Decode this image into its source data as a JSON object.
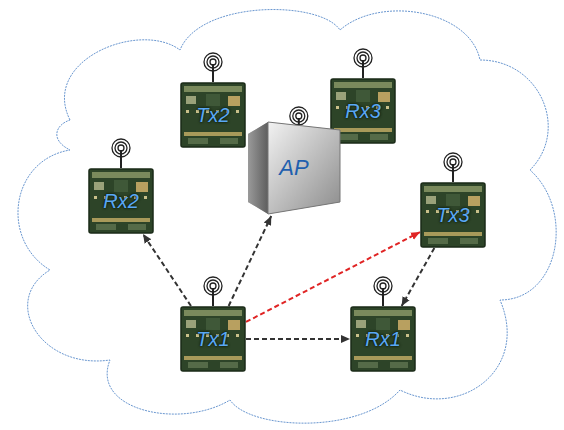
{
  "diagram": {
    "nodes": [
      {
        "text": [
          "Tx2"
        ]
      },
      {
        "text": [
          "Rx3"
        ]
      },
      {
        "text": [
          "Rx2"
        ]
      },
      {
        "text": [
          "AP"
        ]
      },
      {
        "text": [
          "Tx3"
        ]
      },
      {
        "text": [
          "Tx1"
        ]
      },
      {
        "text": [
          "Rx1"
        ]
      }
    ],
    "edges": [
      {
        "from": 5,
        "to": 2,
        "arrow": "to"
      },
      {
        "from": 5,
        "to": 3,
        "arrow": "to"
      },
      {
        "from": 5,
        "to": 4,
        "arrow": "to"
      },
      {
        "from": 5,
        "to": 6,
        "arrow": "to"
      },
      {
        "from": 4,
        "to": 6,
        "arrow": "to"
      }
    ]
  }
}
